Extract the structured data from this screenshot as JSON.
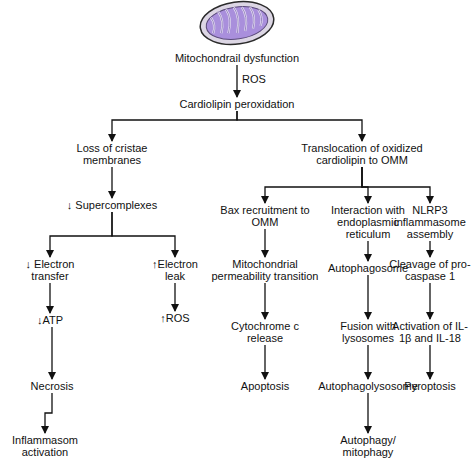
{
  "diagram": {
    "nodes": [
      {
        "text": [
          "Mitochondrail dysfunction"
        ]
      },
      {
        "text": [
          "Cardiolipin peroxidation"
        ]
      },
      {
        "text": [
          "Loss of cristae membranes"
        ]
      },
      {
        "text": [
          "Translocation of oxidized cardiolipin to OMM"
        ]
      },
      {
        "text": [
          "↓ Supercomplexes"
        ]
      },
      {
        "text": [
          "Bax recruitment to OMM"
        ]
      },
      {
        "text": [
          "Interaction with endoplasmic reticulum"
        ]
      },
      {
        "text": [
          "NLRP3 inflammasome assembly"
        ]
      },
      {
        "text": [
          "↓ Electron transfer"
        ]
      },
      {
        "text": [
          "↑Electron leak"
        ]
      },
      {
        "text": [
          "Mitochondrial permeability transition"
        ]
      },
      {
        "text": [
          "Autophagosome"
        ]
      },
      {
        "text": [
          "Cleavage of pro-caspase 1"
        ]
      },
      {
        "text": [
          "↓ATP"
        ]
      },
      {
        "text": [
          "↑ROS"
        ]
      },
      {
        "text": [
          "Cytochrome c release"
        ]
      },
      {
        "text": [
          "Fusion with lysosomes"
        ]
      },
      {
        "text": [
          "Activation of IL-1β and IL-18"
        ]
      },
      {
        "text": [
          "Necrosis"
        ]
      },
      {
        "text": [
          "Apoptosis"
        ]
      },
      {
        "text": [
          "Autophagolysosome"
        ]
      },
      {
        "text": [
          "Pyroptosis"
        ]
      },
      {
        "text": [
          "Inflammasom activation"
        ]
      },
      {
        "text": [
          "Autophagy/ mitophagy"
        ]
      }
    ],
    "edges": [
      {
        "from": 0,
        "to": 1,
        "label": "ROS",
        "arrow": "to"
      },
      {
        "from": 1,
        "to": 2,
        "arrow": "to"
      },
      {
        "from": 1,
        "to": 3,
        "arrow": "to"
      },
      {
        "from": 2,
        "to": 4,
        "arrow": "to"
      },
      {
        "from": 4,
        "to": 8,
        "arrow": "to"
      },
      {
        "from": 4,
        "to": 9,
        "arrow": "to"
      },
      {
        "from": 3,
        "to": 5,
        "arrow": "to"
      },
      {
        "from": 3,
        "to": 6,
        "arrow": "to"
      },
      {
        "from": 3,
        "to": 7,
        "arrow": "to"
      },
      {
        "from": 5,
        "to": 10,
        "arrow": "to"
      },
      {
        "from": 10,
        "to": 15,
        "arrow": "to"
      },
      {
        "from": 15,
        "to": 19,
        "arrow": "to"
      },
      {
        "from": 6,
        "to": 11,
        "arrow": "to"
      },
      {
        "from": 11,
        "to": 16,
        "arrow": "to"
      },
      {
        "from": 16,
        "to": 20,
        "arrow": "to"
      },
      {
        "from": 20,
        "to": 23,
        "arrow": "to"
      },
      {
        "from": 7,
        "to": 12,
        "arrow": "to"
      },
      {
        "from": 12,
        "to": 17,
        "arrow": "to"
      },
      {
        "from": 17,
        "to": 21,
        "arrow": "to"
      },
      {
        "from": 8,
        "to": 13,
        "arrow": "to"
      },
      {
        "from": 13,
        "to": 18,
        "arrow": "to"
      },
      {
        "from": 18,
        "to": 22,
        "arrow": "to"
      },
      {
        "from": 9,
        "to": 14,
        "arrow": "to"
      }
    ]
  }
}
